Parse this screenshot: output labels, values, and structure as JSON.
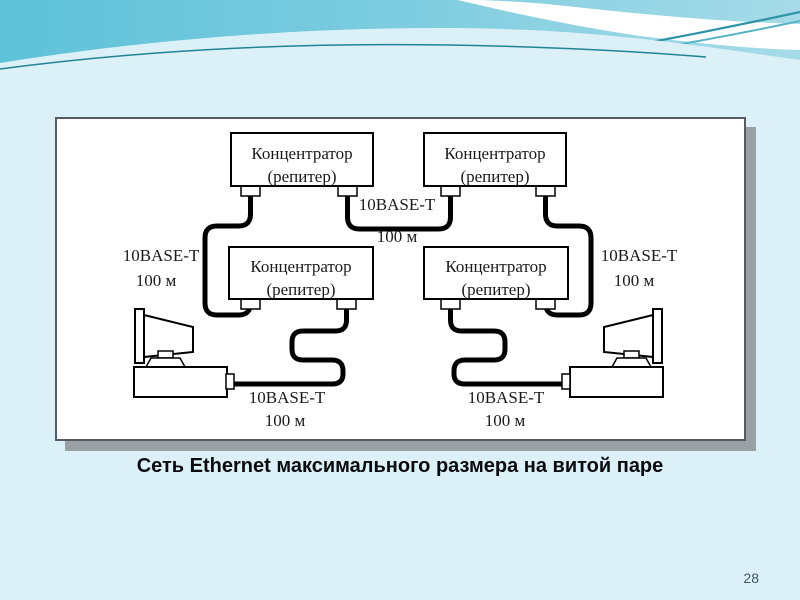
{
  "slide": {
    "caption": "Сеть Ethernet максимального размера на витой паре",
    "page_number": "28"
  },
  "diagram": {
    "hubs": [
      {
        "id": "hub-top-left",
        "line1": "Концентратор",
        "line2": "(репитер)"
      },
      {
        "id": "hub-top-right",
        "line1": "Концентратор",
        "line2": "(репитер)"
      },
      {
        "id": "hub-mid-left",
        "line1": "Концентратор",
        "line2": "(репитер)"
      },
      {
        "id": "hub-mid-right",
        "line1": "Концентратор",
        "line2": "(репитер)"
      }
    ],
    "segments": [
      {
        "id": "segment-center",
        "label": "10BASE-T",
        "length": "100 м"
      },
      {
        "id": "segment-left",
        "label": "10BASE-T",
        "length": "100 м"
      },
      {
        "id": "segment-right",
        "label": "10BASE-T",
        "length": "100 м"
      },
      {
        "id": "segment-bottom-left",
        "label": "10BASE-T",
        "length": "100 м"
      },
      {
        "id": "segment-bottom-right",
        "label": "10BASE-T",
        "length": "100 м"
      }
    ],
    "workstations": [
      {
        "id": "workstation-left",
        "icon": "computer-side-view-icon"
      },
      {
        "id": "workstation-right",
        "icon": "computer-side-view-icon"
      }
    ]
  },
  "colors": {
    "slide_background": "#dcf0f7",
    "header_turquoise_left": "#5ec2d9",
    "header_turquoise_right": "#a6dbe9",
    "header_accent_teal": "#1f8496",
    "panel_background": "#ffffff",
    "panel_border": "#565c61",
    "panel_shadow": "#9aa1a6",
    "diagram_ink": "#1a1a1a",
    "caption_color": "#0b0b0f",
    "page_number_color": "#3e5a66"
  }
}
